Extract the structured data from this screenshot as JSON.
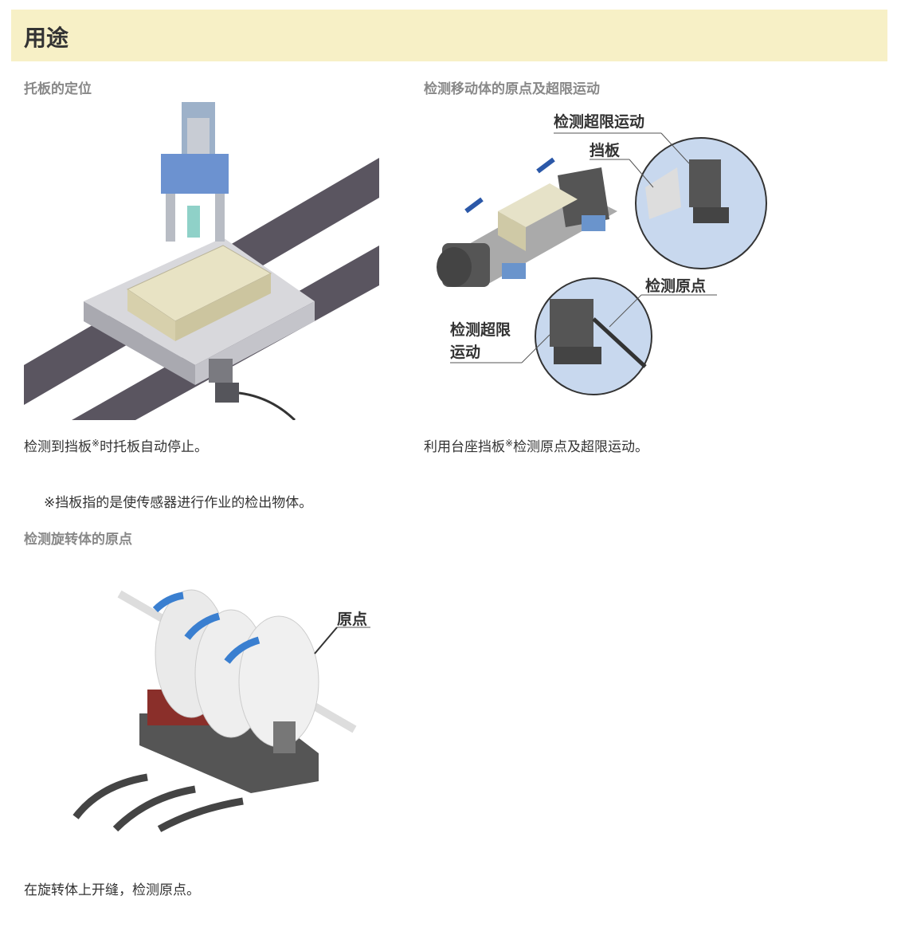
{
  "header": {
    "title": "用途"
  },
  "sections": [
    {
      "title": "托板的定位",
      "caption_pre": "检测到挡板",
      "mark": "※",
      "caption_post": "时托板自动停止。"
    },
    {
      "title": "检测移动体的原点及超限运动",
      "caption_pre": "利用台座挡板",
      "mark": "※",
      "caption_post": "检测原点及超限运动。",
      "labels": {
        "over_top": "检测超限运动",
        "shutter": "挡板",
        "origin": "检测原点",
        "over_bottom_1": "检测超限",
        "over_bottom_2": "运动"
      }
    },
    {
      "title": "检测旋转体的原点",
      "caption": "在旋转体上开缝，检测原点。",
      "labels": {
        "origin": "原点"
      }
    }
  ],
  "note": "※挡板指的是使传感器进行作业的检出物体。"
}
